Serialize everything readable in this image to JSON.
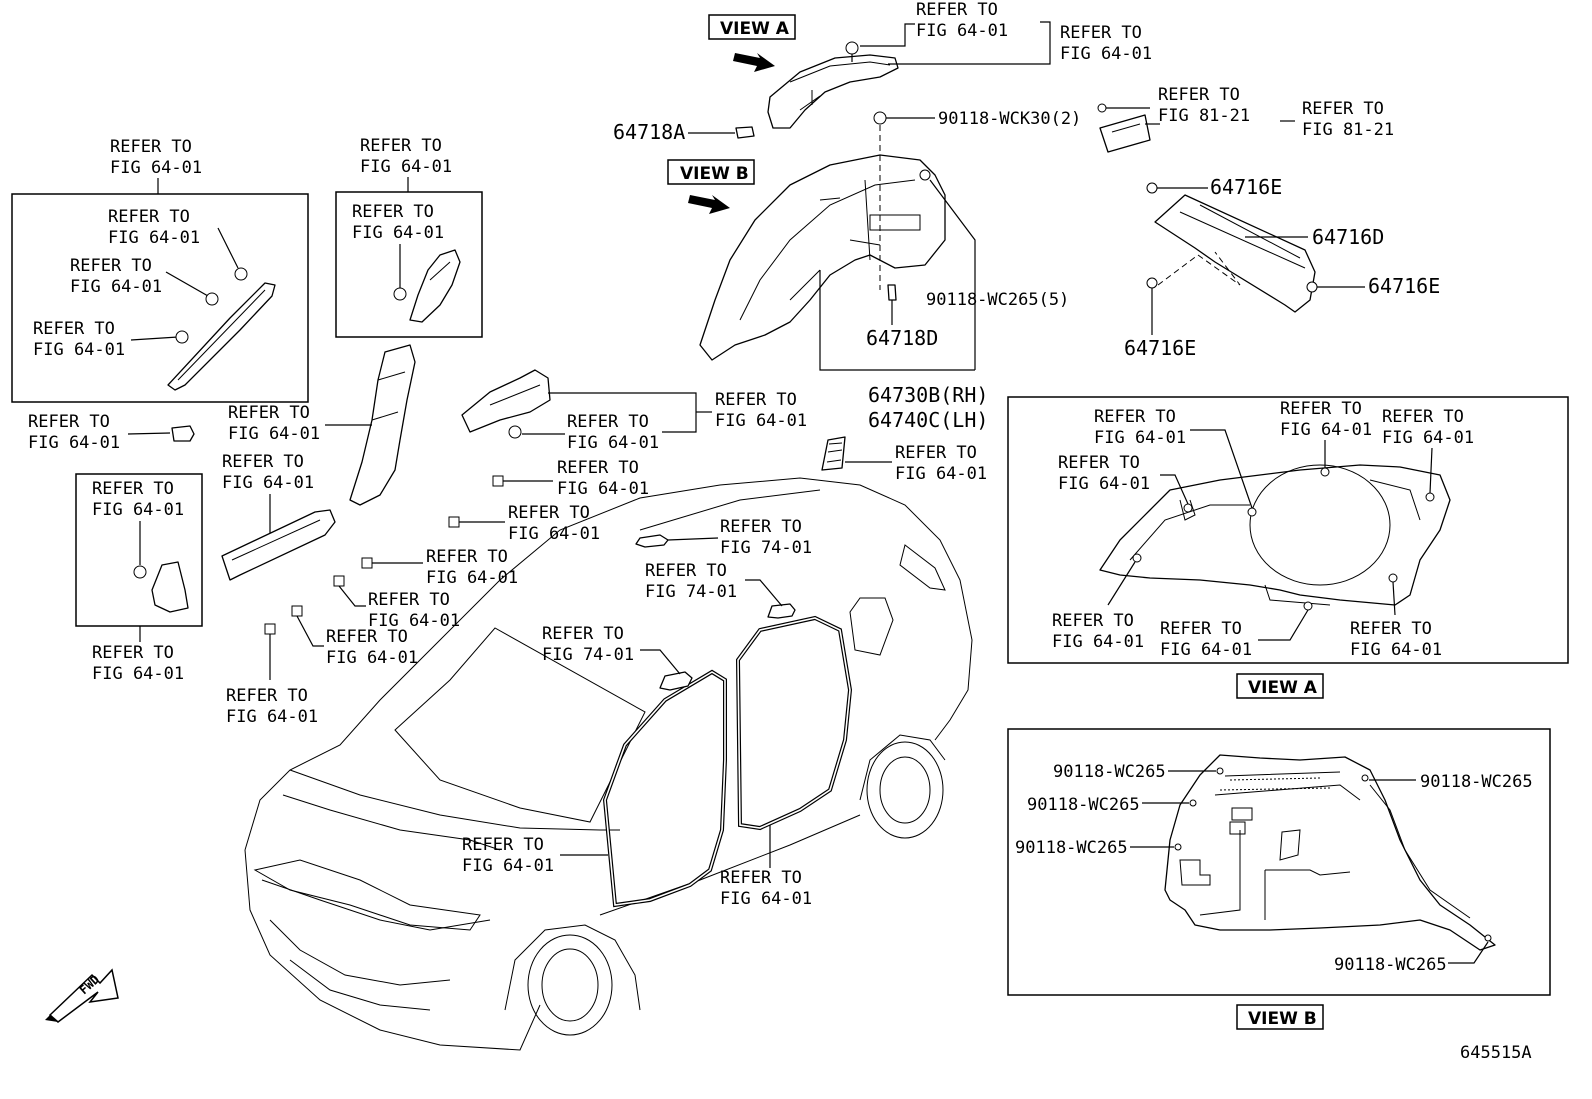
{
  "views": {
    "view_a": "VIEW A",
    "view_b": "VIEW B"
  },
  "refs": {
    "r64_2": "REFER TO\nFIG 64-01",
    "r81_2": "REFER TO\nFIG 81-21",
    "r74_2": "REFER TO\nFIG 74-01"
  },
  "parts": {
    "p64718A": "64718A",
    "p64718D": "64718D",
    "p64730B": "64730B(RH)",
    "p64740C": "64740C(LH)",
    "p64716E": "64716E",
    "p64716D": "64716D",
    "wck30": "90118-WCK30(2)",
    "wc265_5": "90118-WC265(5)",
    "wc265": "90118-WC265"
  },
  "fwd": "FWD",
  "diagram_id": "645515A"
}
